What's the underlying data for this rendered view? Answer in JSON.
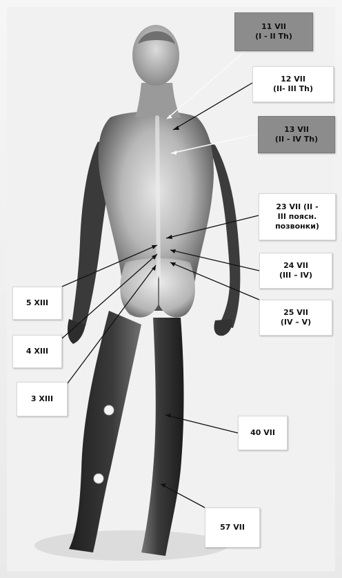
{
  "labels": {
    "l11": {
      "line1": "11 VII",
      "line2": "(I - II  Th)"
    },
    "l12": {
      "line1": "12 VII",
      "line2": "(II- III  Th)"
    },
    "l13": {
      "line1": "13 VII",
      "line2": "(II - IV  Th)"
    },
    "l23": {
      "line1": "23 VII (II -",
      "line2": "III поясн.",
      "line3": "позвонки)"
    },
    "l24": {
      "line1": "24 VII",
      "line2": "(III – IV)"
    },
    "l25": {
      "line1": "25 VII",
      "line2": "(IV – V)"
    },
    "l5": {
      "text": "5 XIII"
    },
    "l4": {
      "text": "4 XIII"
    },
    "l3": {
      "text": "3 XIII"
    },
    "l40": {
      "text": "40 VII"
    },
    "l57": {
      "text": "57 VII"
    }
  },
  "colors": {
    "label_bg": "#ffffff",
    "label_dark_bg": "#8c8c8c",
    "body_dark": "#2a2a2a",
    "pointer": "#111111"
  },
  "figure_markers": [
    {
      "name": "calf-point-upper",
      "description_shown": "white dot"
    },
    {
      "name": "calf-point-lower",
      "description_shown": "white dot"
    }
  ]
}
